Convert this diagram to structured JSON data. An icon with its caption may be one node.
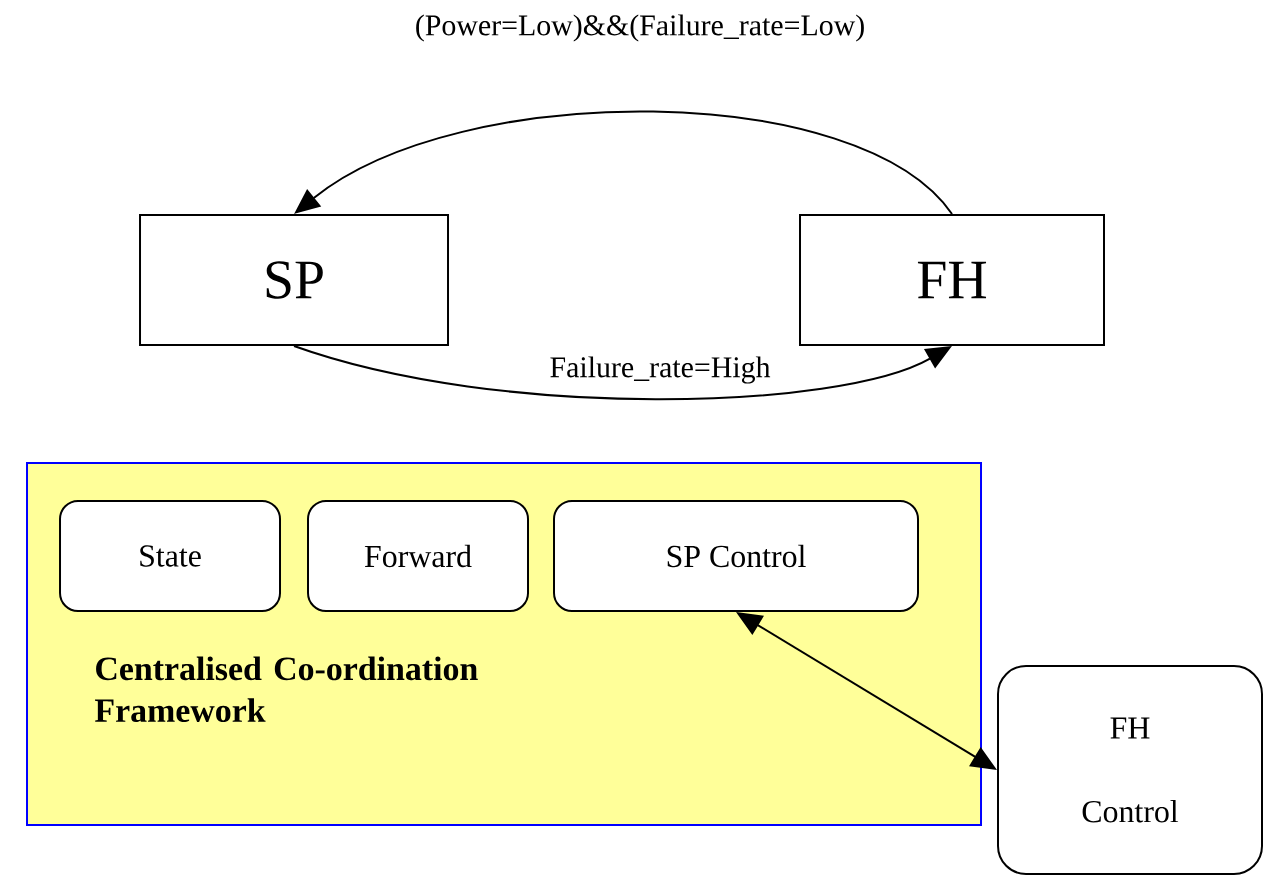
{
  "diagram": {
    "nodes": [
      {
        "text": [
          "SP"
        ]
      },
      {
        "text": [
          "FH"
        ]
      },
      {
        "text": [
          "Centralised Co-ordination Framework"
        ]
      },
      {
        "text": [
          "State"
        ],
        "in": 2
      },
      {
        "text": [
          "Forward"
        ],
        "in": 2
      },
      {
        "text": [
          "SP Control"
        ],
        "in": 2
      },
      {
        "text": [
          "FH Control"
        ]
      }
    ],
    "edges": [
      {
        "from": 1,
        "to": 0,
        "arrow": "to",
        "label": "(Power=Low)&&(Failure_rate=Low)"
      },
      {
        "from": 0,
        "to": 1,
        "arrow": "to",
        "label": "Failure_rate=High"
      },
      {
        "from": 5,
        "to": 6,
        "arrow": "both"
      }
    ]
  }
}
